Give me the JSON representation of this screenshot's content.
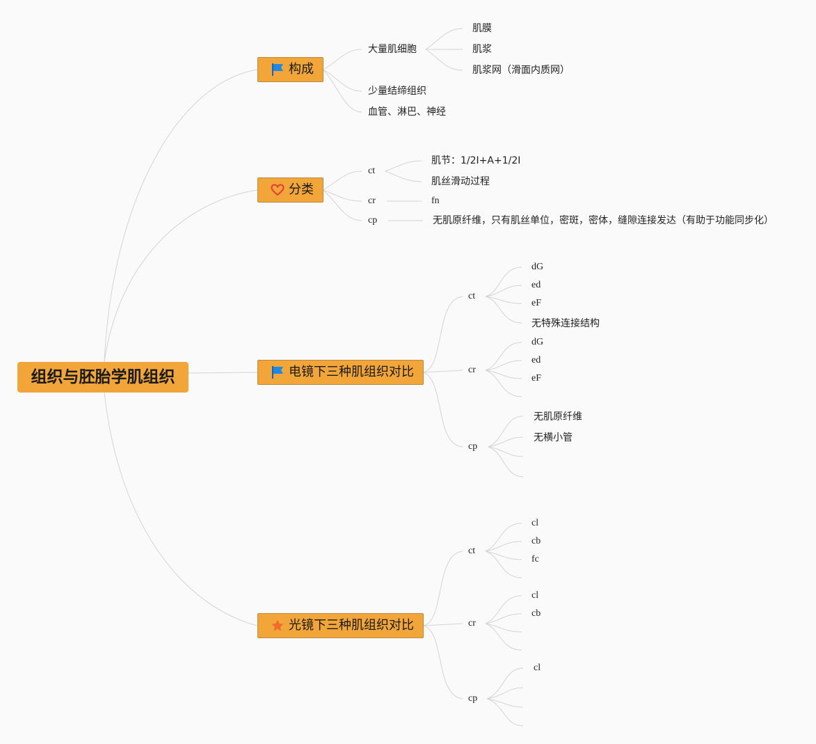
{
  "root": {
    "label": "组织与胚胎学肌组织"
  },
  "topics": {
    "composition": {
      "label": "构成",
      "icon": "blue-flag-icon",
      "children": {
        "muscle_cells": {
          "label": "大量肌细胞",
          "children": [
            "肌膜",
            "肌浆",
            "肌浆网（滑面内质网）"
          ]
        },
        "connective": "少量结缔组织",
        "vessels": "血管、淋巴、神经"
      }
    },
    "classification": {
      "label": "分类",
      "icon": "heart-icon",
      "ct": {
        "label": "ct",
        "children": [
          "肌节：1/2I+A+1/2I",
          "肌丝滑动过程"
        ]
      },
      "cr": {
        "label": "cr",
        "children": [
          "fn"
        ]
      },
      "cp": {
        "label": "cp",
        "children": [
          "无肌原纤维，只有肌丝单位，密斑，密体，缝隙连接发达（有助于功能同步化）"
        ]
      }
    },
    "electron": {
      "label": "电镜下三种肌组织对比",
      "icon": "blue-flag-icon",
      "ct": {
        "label": "ct",
        "children": [
          "dG",
          "ed",
          "eF",
          "无特殊连接结构"
        ]
      },
      "cr": {
        "label": "cr",
        "children": [
          "dG",
          "ed",
          "eF"
        ]
      },
      "cp": {
        "label": "cp",
        "children": [
          "无肌原纤维",
          "无横小管"
        ]
      }
    },
    "light": {
      "label": "光镜下三种肌组织对比",
      "icon": "orange-star-icon",
      "ct": {
        "label": "ct",
        "children": [
          "cl",
          "cb",
          "fc"
        ]
      },
      "cr": {
        "label": "cr",
        "children": [
          "cl",
          "cb"
        ]
      },
      "cp": {
        "label": "cp",
        "children": [
          "cl"
        ]
      }
    }
  },
  "colors": {
    "topic_fill": "#f2a63a",
    "connector": "#d4d4d4",
    "flag": "#1e88e5",
    "heart": "#e53935",
    "star": "#ef6c2c"
  }
}
